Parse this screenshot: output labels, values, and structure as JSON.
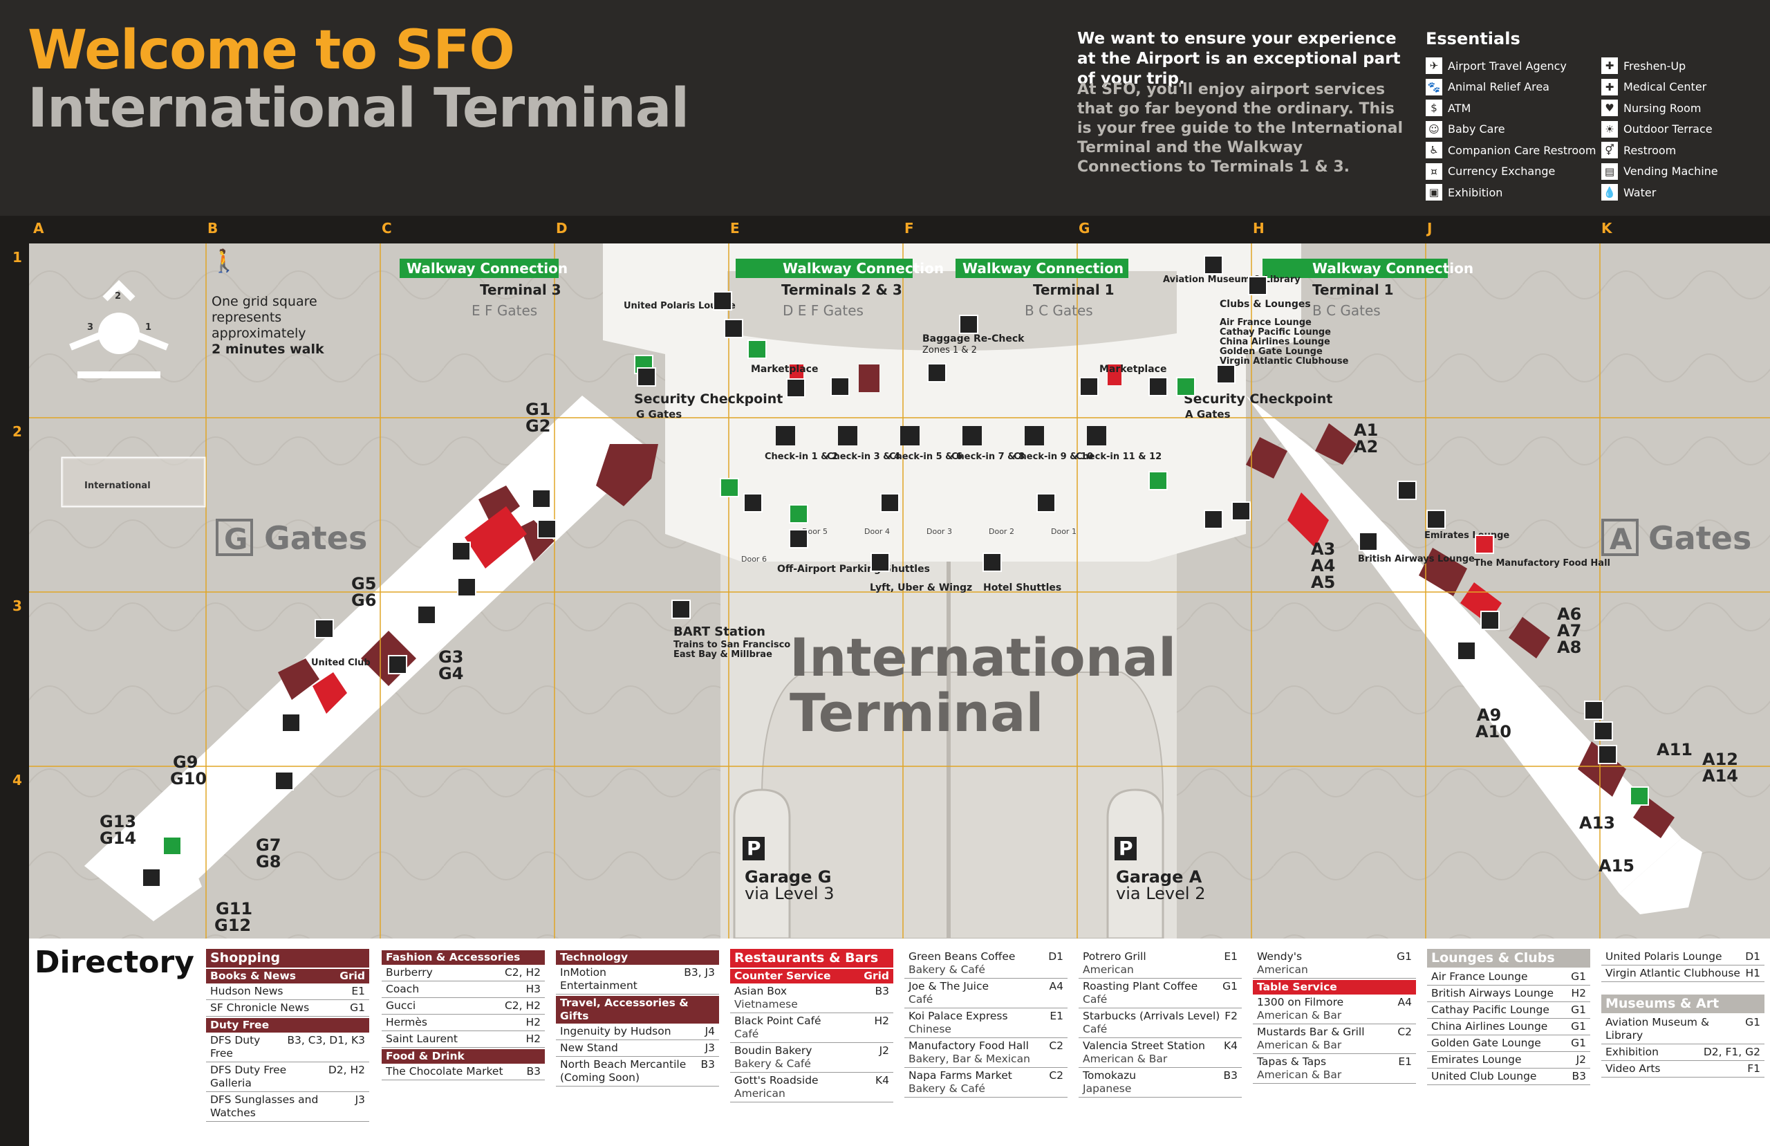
{
  "header": {
    "title_line1": "Welcome to SFO",
    "title_line2": "International Terminal",
    "intro": "We want to ensure your experience at the Airport is an exceptional part of your trip.",
    "body": "At SFO, you'll enjoy airport services that go far beyond the ordinary. This is your free guide to the International Terminal and the Walkway Connections to Terminals 1 & 3."
  },
  "essentials": {
    "title": "Essentials",
    "col1": [
      {
        "label": "Airport Travel Agency",
        "icon": "travel-agency-icon"
      },
      {
        "label": "Animal Relief Area",
        "icon": "animal-relief-icon"
      },
      {
        "label": "ATM",
        "icon": "atm-icon"
      },
      {
        "label": "Baby Care",
        "icon": "baby-care-icon"
      },
      {
        "label": "Companion Care Restroom",
        "icon": "companion-care-icon"
      },
      {
        "label": "Currency Exchange",
        "icon": "currency-exchange-icon"
      },
      {
        "label": "Exhibition",
        "icon": "exhibition-icon"
      }
    ],
    "col2": [
      {
        "label": "Freshen-Up",
        "icon": "freshen-up-icon"
      },
      {
        "label": "Medical Center",
        "icon": "medical-icon"
      },
      {
        "label": "Nursing Room",
        "icon": "nursing-room-icon"
      },
      {
        "label": "Outdoor Terrace",
        "icon": "terrace-icon"
      },
      {
        "label": "Restroom",
        "icon": "restroom-icon"
      },
      {
        "label": "Vending Machine",
        "icon": "vending-icon"
      },
      {
        "label": "Water",
        "icon": "water-icon"
      }
    ]
  },
  "grid": {
    "columns": [
      "A",
      "B",
      "C",
      "D",
      "E",
      "F",
      "G",
      "H",
      "J",
      "K"
    ],
    "rows": [
      "1",
      "2",
      "3",
      "4"
    ]
  },
  "map": {
    "legend_walk": [
      "One grid square",
      "represents",
      "approximately"
    ],
    "legend_walk_bold": "2 minutes walk",
    "inset_label": "International",
    "inset_numbers": [
      "1",
      "2",
      "3"
    ],
    "terminal_name_1": "International",
    "terminal_name_2": "Terminal",
    "walkways": [
      {
        "label": "Walkway Connection",
        "dest": "Terminal 3",
        "gates": "E F Gates"
      },
      {
        "label": "Walkway Connection",
        "dest": "Terminals 2 & 3",
        "gates": "D E F Gates"
      },
      {
        "label": "Walkway Connection",
        "dest": "Terminal 1",
        "gates": "B C Gates"
      },
      {
        "label": "Walkway Connection",
        "dest": "Terminal 1",
        "gates": "B C Gates"
      }
    ],
    "gate_g_letter": "G",
    "gate_a_letter": "A",
    "gates_word": "Gates",
    "g_gates": [
      "G1",
      "G2",
      "G3",
      "G4",
      "G5",
      "G6",
      "G7",
      "G8",
      "G9",
      "G10",
      "G11",
      "G12",
      "G13",
      "G14"
    ],
    "a_gates": [
      "A1",
      "A2",
      "A3",
      "A4",
      "A5",
      "A6",
      "A7",
      "A8",
      "A9",
      "A10",
      "A11",
      "A12",
      "A13",
      "A14",
      "A15"
    ],
    "checkins": [
      "Check-in 1 & 2",
      "Check-in 3 & 4",
      "Check-in 5 & 6",
      "Check-in 7 & 8",
      "Check-in 9 & 10",
      "Check-in 11 & 12"
    ],
    "doors": [
      "Door 5",
      "Door 4",
      "Door 3",
      "Door 2",
      "Door 1",
      "Door 6"
    ],
    "places": {
      "security_g": "Security Checkpoint",
      "security_g_sub": "G Gates",
      "security_a": "Security Checkpoint",
      "security_a_sub": "A Gates",
      "marketplace": "Marketplace",
      "baggage": "Baggage Re-Check",
      "baggage_sub": "Zones 1 & 2",
      "bart": "BART Station",
      "bart_sub1": "Trains to San Francisco",
      "bart_sub2": "East Bay & Millbrae",
      "offairport": "Off-Airport Parking Shuttles",
      "lyft": "Lyft, Uber & Wingz",
      "hotel": "Hotel Shuttles",
      "united_polaris": "United Polaris Lounge",
      "united_club": "United Club",
      "aviation": "Aviation Museum & Library",
      "clubs": "Clubs & Lounges",
      "club_list": [
        "Air France Lounge",
        "Cathay Pacific Lounge",
        "China Airlines Lounge",
        "Golden Gate Lounge",
        "Virgin Atlantic Clubhouse"
      ],
      "emirates": "Emirates Lounge",
      "british": "British Airways Lounge",
      "manufactory": "The Manufactory Food Hall",
      "garage_g": "Garage G",
      "garage_g_sub": "via Level 3",
      "garage_a": "Garage A",
      "garage_a_sub": "via Level 2",
      "p": "P"
    }
  },
  "directory": {
    "title": "Directory",
    "shopping": {
      "head": "Shopping",
      "books_head": "Books & News",
      "grid_word": "Grid",
      "books": [
        {
          "name": "Hudson News",
          "grid": "E1"
        },
        {
          "name": "SF Chronicle News",
          "grid": "G1"
        }
      ],
      "duty_head": "Duty Free",
      "duty": [
        {
          "name": "DFS Duty Free",
          "grid": "B3, C3, D1, K3"
        },
        {
          "name": "DFS Duty Free Galleria",
          "grid": "D2, H2"
        },
        {
          "name": "DFS Sunglasses and Watches",
          "grid": "J3"
        }
      ]
    },
    "fashion": {
      "head": "Fashion & Accessories",
      "items": [
        {
          "name": "Burberry",
          "grid": "C2, H2"
        },
        {
          "name": "Coach",
          "grid": "H3"
        },
        {
          "name": "Gucci",
          "grid": "C2, H2"
        },
        {
          "name": "Hermès",
          "grid": "H2"
        },
        {
          "name": "Saint Laurent",
          "grid": "H2"
        }
      ],
      "food_head": "Food & Drink",
      "food": [
        {
          "name": "The Chocolate Market",
          "grid": "B3"
        }
      ]
    },
    "tech": {
      "head": "Technology",
      "items": [
        {
          "name": "InMotion Entertainment",
          "grid": "B3, J3"
        }
      ],
      "travel_head": "Travel, Accessories & Gifts",
      "travel": [
        {
          "name": "Ingenuity by Hudson",
          "grid": "J4"
        },
        {
          "name": "New Stand",
          "grid": "J3"
        },
        {
          "name": "North Beach Mercantile (Coming Soon)",
          "grid": "B3"
        }
      ]
    },
    "restaurants": {
      "head": "Restaurants & Bars",
      "counter_head": "Counter Service",
      "grid_word": "Grid",
      "col1": [
        {
          "name": "Asian Box",
          "sub": "Vietnamese",
          "grid": "B3"
        },
        {
          "name": "Black Point Café",
          "sub": "Café",
          "grid": "H2"
        },
        {
          "name": "Boudin Bakery",
          "sub": "Bakery & Café",
          "grid": "J2"
        },
        {
          "name": "Gott's Roadside",
          "sub": "American",
          "grid": "K4"
        }
      ],
      "col2": [
        {
          "name": "Green Beans Coffee",
          "sub": "Bakery & Café",
          "grid": "D1"
        },
        {
          "name": "Joe & The Juice",
          "sub": "Café",
          "grid": "A4"
        },
        {
          "name": "Koi Palace Express",
          "sub": "Chinese",
          "grid": "E1"
        },
        {
          "name": "Manufactory Food Hall",
          "sub": "Bakery, Bar & Mexican",
          "grid": "C2"
        },
        {
          "name": "Napa Farms Market",
          "sub": "Bakery & Café",
          "grid": "C2"
        }
      ],
      "col3": [
        {
          "name": "Potrero Grill",
          "sub": "American",
          "grid": "E1"
        },
        {
          "name": "Roasting Plant Coffee",
          "sub": "Café",
          "grid": "G1"
        },
        {
          "name": "Starbucks (Arrivals Level)",
          "sub": "Café",
          "grid": "F2"
        },
        {
          "name": "Valencia Street Station",
          "sub": "American & Bar",
          "grid": "K4"
        },
        {
          "name": "Tomokazu",
          "sub": "Japanese",
          "grid": "B3"
        }
      ],
      "col4a": [
        {
          "name": "Wendy's",
          "sub": "American",
          "grid": "G1"
        }
      ],
      "table_head": "Table Service",
      "col4b": [
        {
          "name": "1300 on Filmore",
          "sub": "American & Bar",
          "grid": "A4"
        },
        {
          "name": "Mustards Bar & Grill",
          "sub": "American & Bar",
          "grid": "C2"
        },
        {
          "name": "Tapas & Taps",
          "sub": "American & Bar",
          "grid": "E1"
        }
      ]
    },
    "lounges": {
      "head": "Lounges & Clubs",
      "items": [
        {
          "name": "Air France Lounge",
          "grid": "G1"
        },
        {
          "name": "British Airways Lounge",
          "grid": "H2"
        },
        {
          "name": "Cathay Pacific Lounge",
          "grid": "G1"
        },
        {
          "name": "China Airlines Lounge",
          "grid": "G1"
        },
        {
          "name": "Golden Gate Lounge",
          "grid": "G1"
        },
        {
          "name": "Emirates Lounge",
          "grid": "J2"
        },
        {
          "name": "United Club Lounge",
          "grid": "B3"
        }
      ],
      "items2": [
        {
          "name": "United Polaris Lounge",
          "grid": "D1"
        },
        {
          "name": "Virgin Atlantic Clubhouse",
          "grid": "H1"
        }
      ],
      "museum_head": "Museums & Art",
      "museums": [
        {
          "name": "Aviation Museum & Library",
          "grid": "G1"
        },
        {
          "name": "Exhibition",
          "grid": "D2, F1, G2"
        },
        {
          "name": "Video Arts",
          "grid": "F1"
        }
      ]
    }
  },
  "colors": {
    "header_bg": "#2b2927",
    "title_orange": "#f5a623",
    "title_grey": "#b9b6b1",
    "map_bg": "#ccc9c3",
    "concourse": "#ffffff",
    "shop_maroon": "#7a2a2e",
    "restaurant_red": "#d81f2a",
    "walkway_green": "#1f9e3c",
    "grid_line": "#e0a526"
  }
}
